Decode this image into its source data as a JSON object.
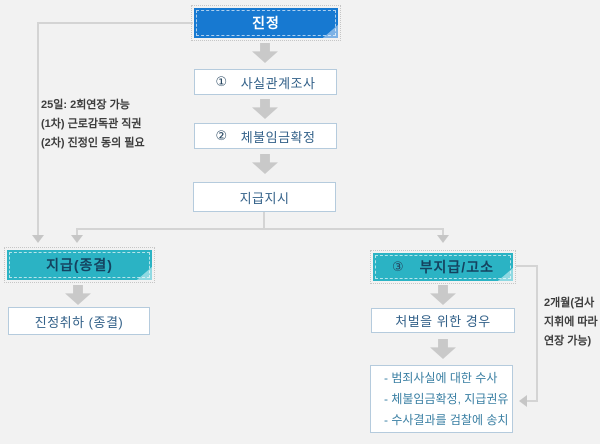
{
  "colors": {
    "background": "#f2f2f2",
    "banner_blue": "#1779d1",
    "banner_teal": "#2bb3c4",
    "node_border": "#b5cbdd",
    "node_text": "#336189",
    "connector": "#d4d4d4"
  },
  "flow": {
    "start": {
      "label": "진정"
    },
    "steps": [
      {
        "num": "①",
        "label": "사실관계조사"
      },
      {
        "num": "②",
        "label": "체불임금확정"
      },
      {
        "num": "",
        "label": "지급지시"
      }
    ],
    "left_branch": {
      "banner": "지급(종결)",
      "result": "진정취하 (종결)"
    },
    "right_branch": {
      "banner_num": "③",
      "banner": "부지급/고소",
      "step": "처벌을 위한 경우",
      "details": [
        "- 범죄사실에 대한 수사",
        "- 체불임금확정, 지급권유",
        "- 수사결과를 검찰에 송치"
      ]
    },
    "annotations": {
      "left": [
        "25일: 2회연장 가능",
        "(1차) 근로감독관 직권",
        "(2차) 진정인 동의 필요"
      ],
      "right": [
        "2개월(검사",
        "지휘에 따라",
        "연장 가능)"
      ]
    }
  }
}
